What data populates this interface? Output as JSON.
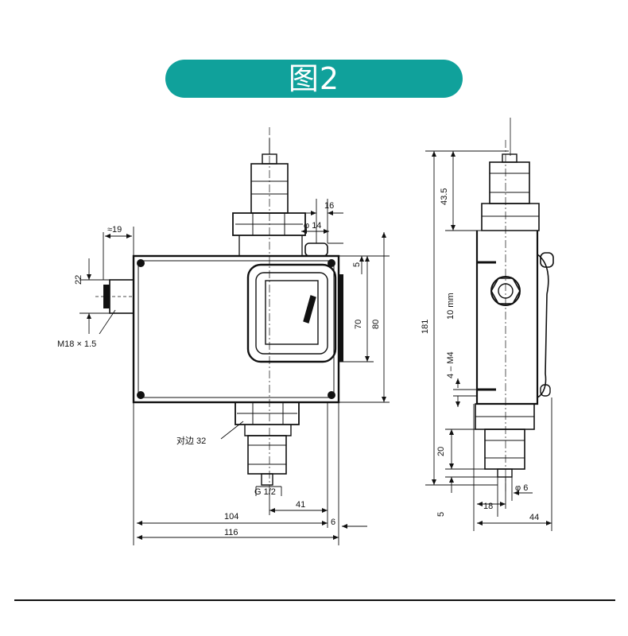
{
  "title": "图2",
  "front_view": {
    "labels": {
      "approx19": "≈19",
      "d22": "22",
      "thread_m18": "M18 × 1.5",
      "d16": "16",
      "phi14": "φ 14",
      "d5": "5",
      "d70": "70",
      "d80": "80",
      "across_flats": "对边 32",
      "g_half": "G 1/2",
      "d104": "104",
      "d41": "41",
      "d6": "6",
      "d116": "116"
    }
  },
  "side_view": {
    "labels": {
      "d43_5": "43.5",
      "d181": "181",
      "d10mm": "10 mm",
      "m4": "4 – M4",
      "d20": "20",
      "phi6": "φ 6",
      "d18": "18",
      "d5": "5",
      "d44": "44"
    }
  },
  "colors": {
    "accent": "#10a19b",
    "line": "#111111"
  }
}
